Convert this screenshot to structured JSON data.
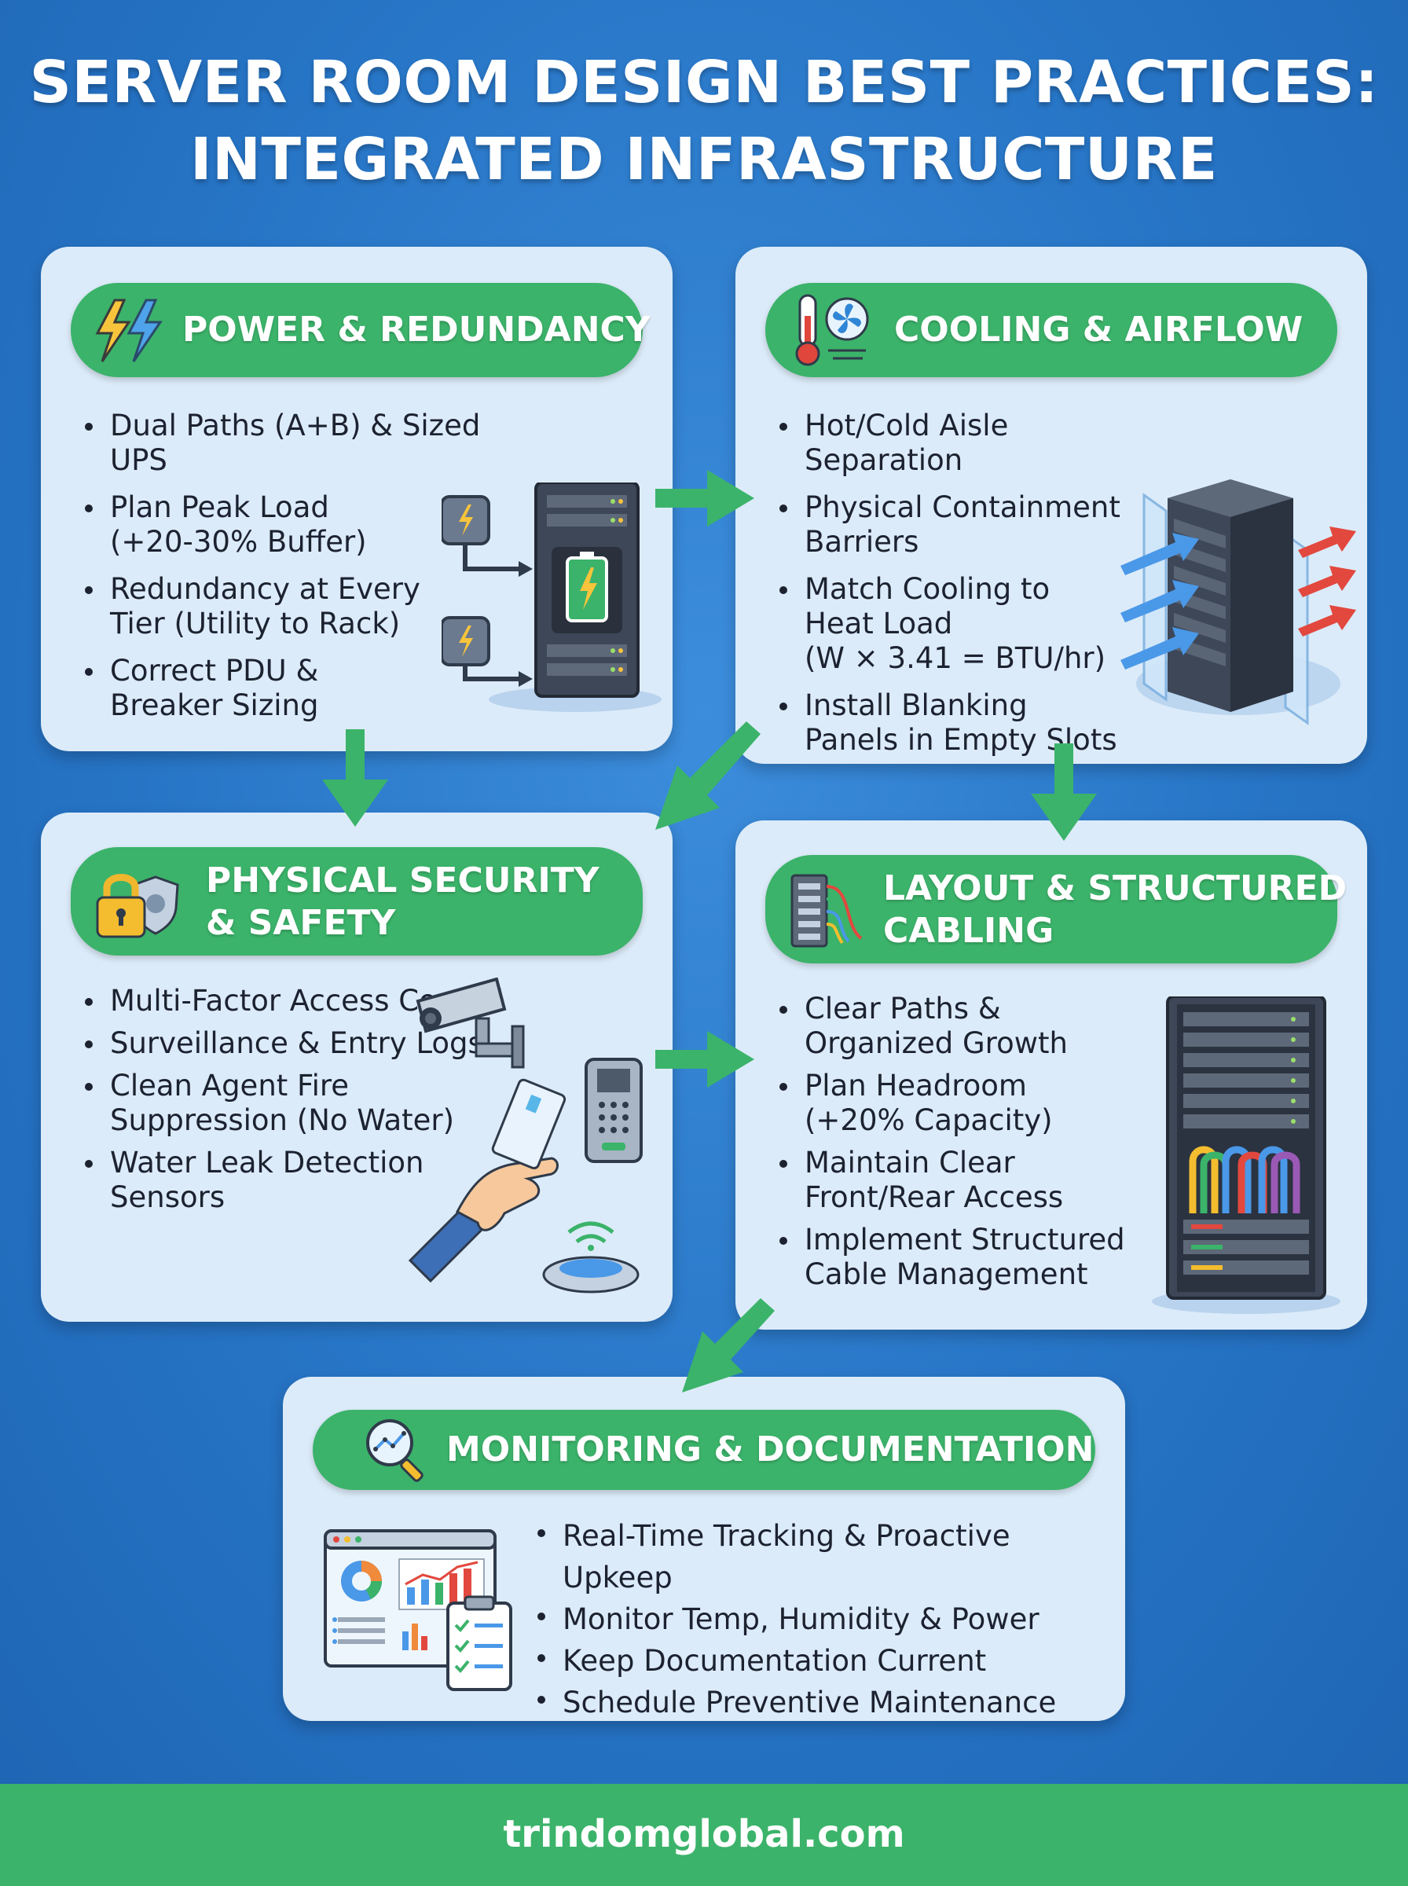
{
  "title": {
    "line1": "SERVER ROOM DESIGN BEST PRACTICES:",
    "line2": "INTEGRATED INFRASTRUCTURE"
  },
  "sections": {
    "power": {
      "heading": "POWER & REDUNDANCY",
      "icon": "lightning-bolts-icon",
      "items": [
        "Dual Paths (A+B) & Sized UPS",
        "Plan Peak Load\n(+20-30% Buffer)",
        "Redundancy at Every\nTier (Utility to Rack)",
        "Correct PDU &\nBreaker Sizing"
      ]
    },
    "cooling": {
      "heading": "COOLING & AIRFLOW",
      "icon": "thermometer-fan-icon",
      "items": [
        "Hot/Cold Aisle Separation",
        "Physical Containment\nBarriers",
        "Match Cooling to\nHeat Load\n(W × 3.41 = BTU/hr)",
        "Install Blanking\nPanels in Empty Slots"
      ]
    },
    "security": {
      "heading_line1": "PHYSICAL SECURITY",
      "heading_line2": "& SAFETY",
      "icon": "padlock-shield-icon",
      "items": [
        "Multi-Factor Access Control",
        "Surveillance & Entry Logs",
        "Clean Agent Fire\nSuppression (No Water)",
        "Water Leak Detection\nSensors"
      ]
    },
    "cabling": {
      "heading_line1": "LAYOUT & STRUCTURED",
      "heading_line2": "CABLING",
      "icon": "patch-panel-icon",
      "items": [
        "Clear Paths &\nOrganized Growth",
        "Plan Headroom\n(+20% Capacity)",
        "Maintain Clear\nFront/Rear Access",
        "Implement Structured\nCable Management"
      ]
    },
    "monitoring": {
      "heading": "MONITORING & DOCUMENTATION",
      "icon": "magnifier-chart-icon",
      "items": [
        "Real-Time Tracking & Proactive Upkeep",
        "Monitor Temp, Humidity & Power",
        "Keep Documentation Current",
        "Schedule Preventive Maintenance"
      ]
    }
  },
  "footer": {
    "text": "trindomglobal.com"
  },
  "colors": {
    "background": "#2a78c9",
    "card": "#dcebf9",
    "accent_green": "#3bb36a",
    "text": "#1c2230"
  }
}
